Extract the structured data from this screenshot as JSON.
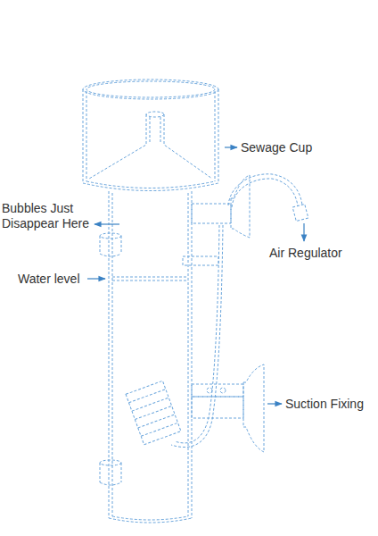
{
  "diagram": {
    "labels": [
      "Sewage Cup",
      "Bubbles Just Disappear Here",
      "Water level",
      "Air Regulator",
      "Suction Fixing"
    ]
  }
}
